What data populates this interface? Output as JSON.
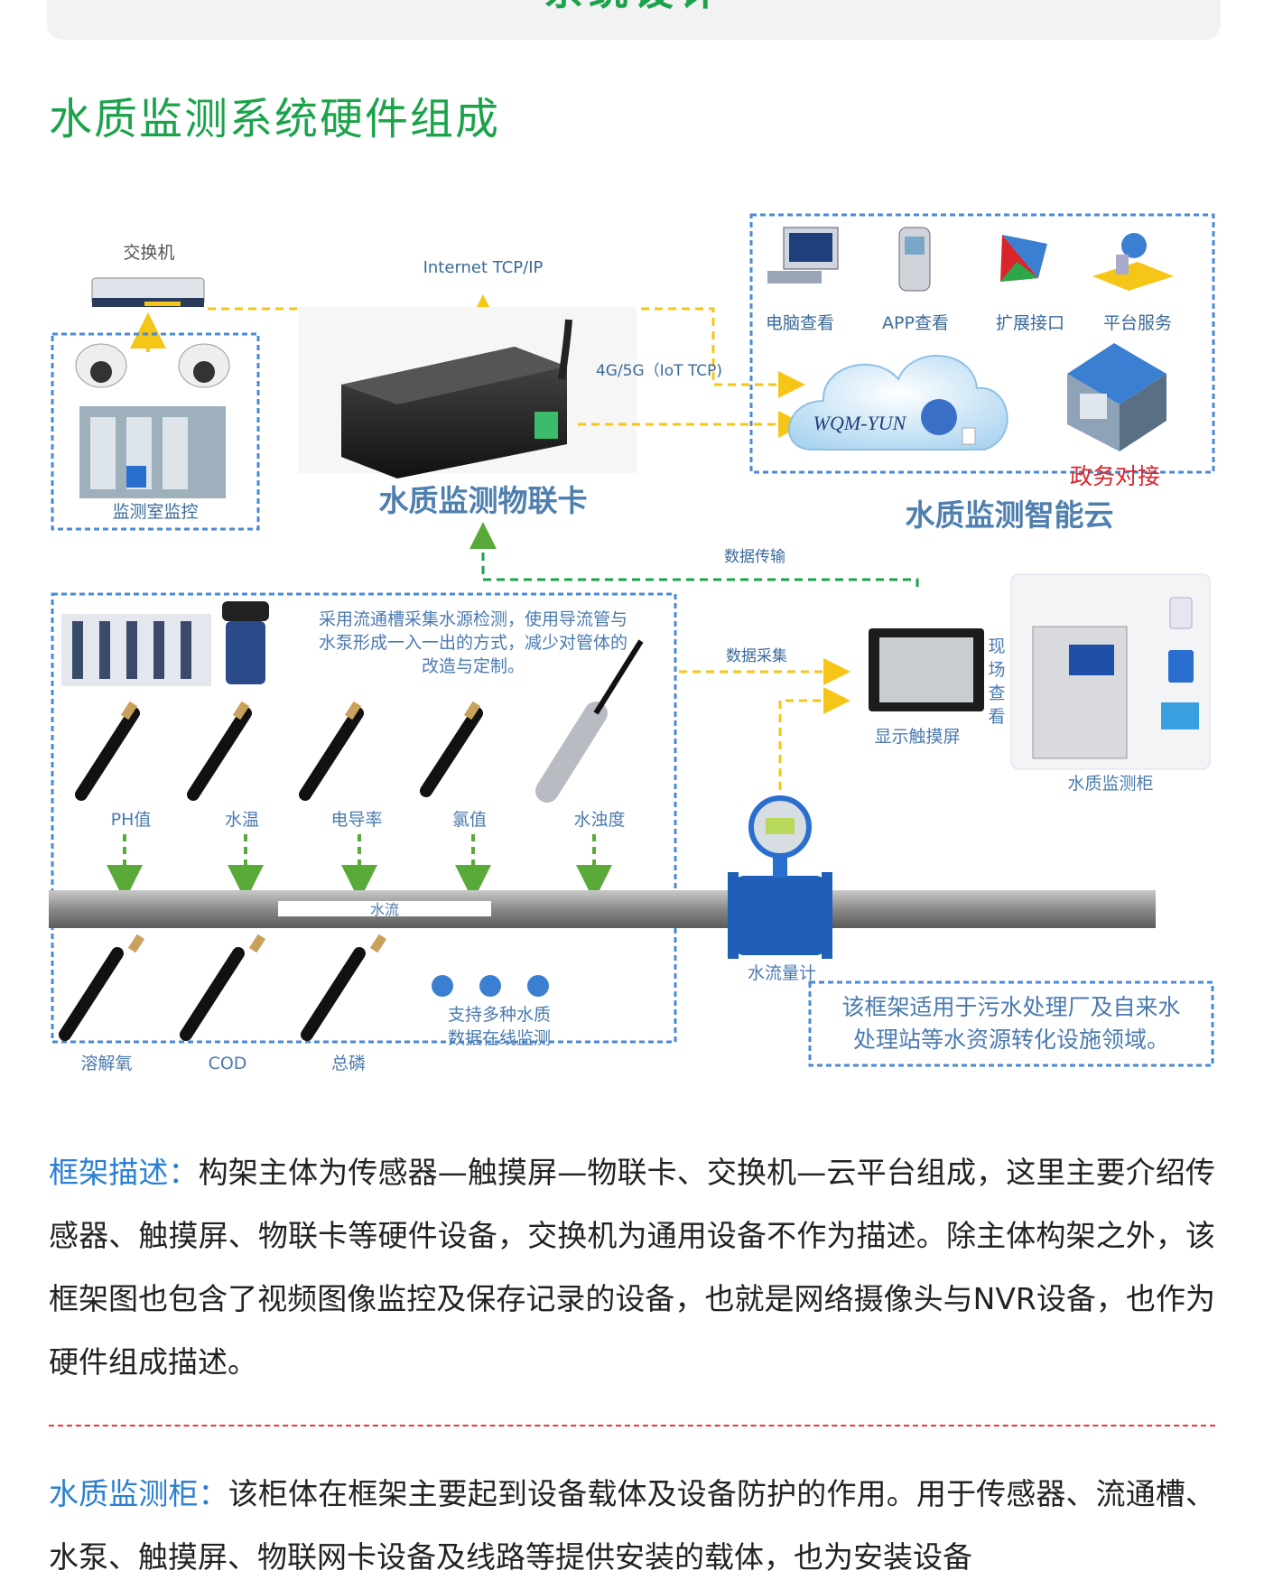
{
  "header": {
    "banner_title": "系统设计",
    "section_title": "水质监测系统硬件组成"
  },
  "diagram": {
    "switch_label": "交换机",
    "internet_label": "Internet TCP/IP",
    "monitor_room_label": "监测室监控",
    "iot_card_label": "水质监测物联卡",
    "link_4g_label": "4G/5G（IoT TCP)",
    "cloud": {
      "items": [
        "电脑查看",
        "APP查看",
        "扩展接口",
        "平台服务"
      ],
      "cloud_name": "WQM-YUN",
      "gov_label": "政务对接",
      "title": "水质监测智能云"
    },
    "data_transfer_label": "数据传输",
    "data_collect_label": "数据采集",
    "flow_desc": [
      "采用流通槽采集水源检测，使用导流管与",
      "水泵形成一入一出的方式，减少对管体的",
      "改造与定制。"
    ],
    "sensors_top": [
      "PH值",
      "水温",
      "电导率",
      "氯值",
      "水浊度"
    ],
    "touchscreen_label": "显示触摸屏",
    "onsite_view_label": [
      "现",
      "场",
      "查",
      "看"
    ],
    "cabinet_label": "水质监测柜",
    "pipe_label": "水流",
    "flowmeter_label": "水流量计",
    "sensors_bottom": [
      "溶解氧",
      "COD",
      "总磷"
    ],
    "multi_monitor_label": [
      "支持多种水质",
      "数据在线监测"
    ],
    "apply_note": [
      "该框架适用于污水处理厂及自来水",
      "处理站等水资源转化设施领域。"
    ],
    "colors": {
      "green": "#1aa34a",
      "blue_dash": "#4a8ad4",
      "yellow": "#f5c518",
      "arrow_green": "#5aaa3a",
      "red": "#d9252a"
    }
  },
  "paragraphs": [
    {
      "lead": "框架描述：",
      "text": "构架主体为传感器—触摸屏—物联卡、交换机—云平台组成，这里主要介绍传感器、触摸屏、物联卡等硬件设备，交换机为通用设备不作为描述。除主体构架之外，该框架图也包含了视频图像监控及保存记录的设备，也就是网络摄像头与NVR设备，也作为硬件组成描述。"
    },
    {
      "lead": "水质监测柜：",
      "text": "该柜体在框架主要起到设备载体及设备防护的作用。用于传感器、流通槽、水泵、触摸屏、物联网卡设备及线路等提供安装的载体，也为安装设备"
    }
  ]
}
